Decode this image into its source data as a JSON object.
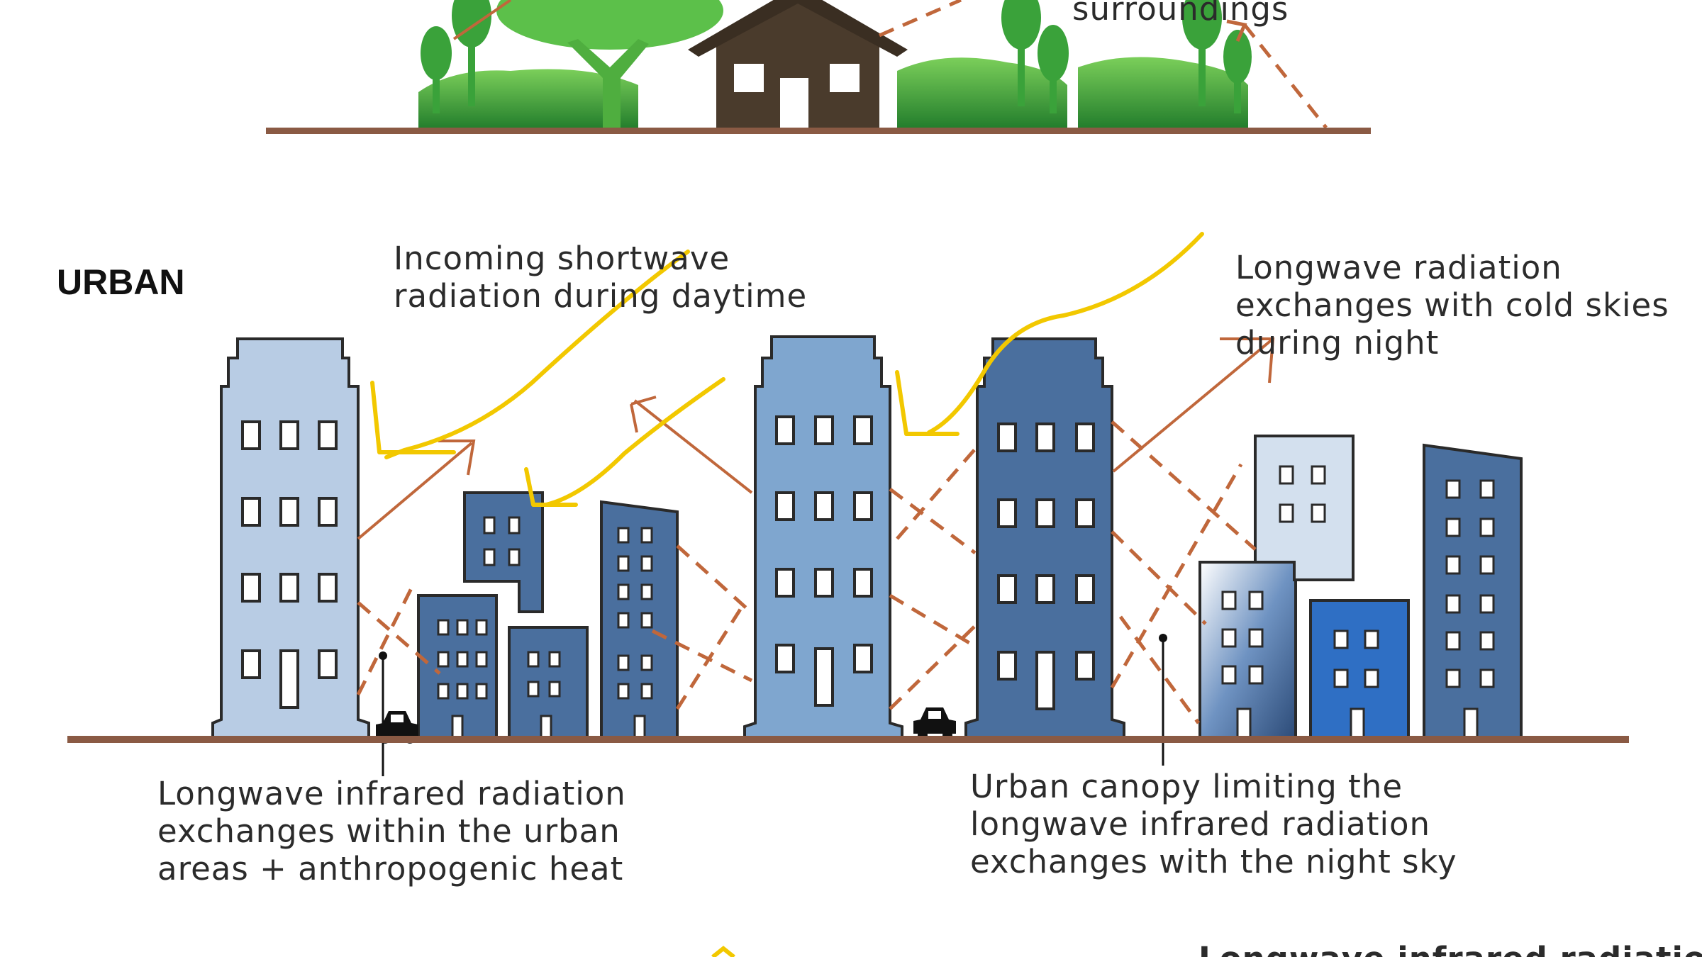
{
  "rural_section": {
    "caption_partial": "surroundings"
  },
  "urban_section": {
    "heading": "URBAN",
    "label_shortwave": [
      "Incoming shortwave",
      "radiation during daytime"
    ],
    "label_cold_skies": [
      "Longwave radiation",
      "exchanges with cold skies",
      "during night"
    ],
    "label_within_urban": [
      "Longwave infrared radiation",
      "exchanges within the urban",
      "areas + anthropogenic heat"
    ],
    "label_canopy": [
      "Urban canopy limiting the",
      "longwave infrared radiation",
      "exchanges with the night sky"
    ]
  },
  "bottom_section": {
    "caption_partial": "Longwave infrared radiation"
  },
  "colors": {
    "ground": "#8a5a44",
    "shortwave_arrow": "#f2c800",
    "longwave_arrow": "#c0673b",
    "building_light": "#b8cce4",
    "building_mid": "#7fa6cf",
    "building_dark": "#4a6f9e",
    "building_bright": "#2f6fc4",
    "house": "#4a3b2c",
    "tree_green": "#3aa23a"
  }
}
